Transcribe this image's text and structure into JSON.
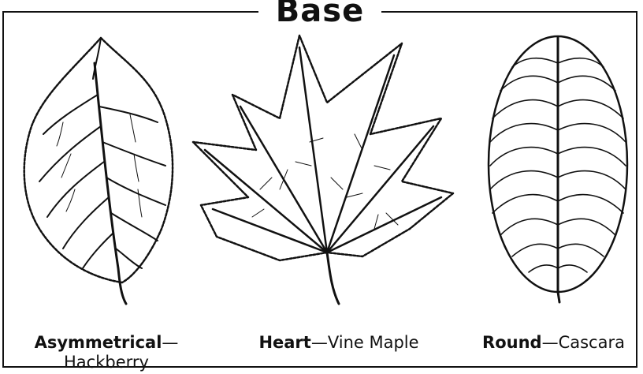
{
  "title": "Base",
  "leaves": [
    {
      "type": "Asymmetrical",
      "dash": "—",
      "name": "Hackberry"
    },
    {
      "type": "Heart",
      "dash": "—",
      "name": "Vine Maple"
    },
    {
      "type": "Round",
      "dash": "—",
      "name": "Cascara"
    }
  ],
  "colors": {
    "ink": "#111111",
    "background": "#ffffff"
  }
}
